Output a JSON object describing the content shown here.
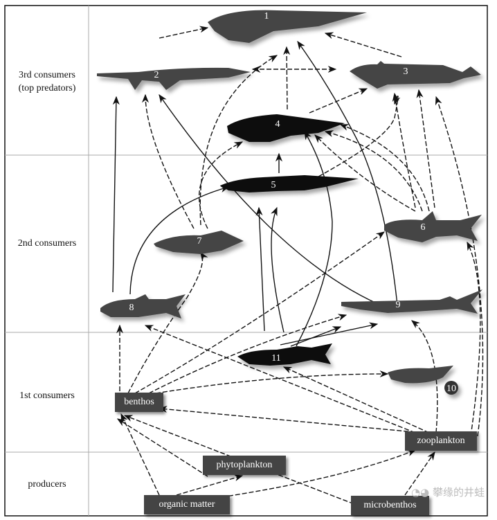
{
  "levels": [
    {
      "id": "3rd",
      "label_line1": "3rd consumers",
      "label_line2": "(top predators)"
    },
    {
      "id": "2nd",
      "label_line1": "2nd consumers"
    },
    {
      "id": "1st",
      "label_line1": "1st consumers"
    },
    {
      "id": "prod",
      "label_line1": "producers"
    }
  ],
  "organisms": [
    {
      "number": "1",
      "level": "3rd consumers"
    },
    {
      "number": "2",
      "level": "3rd consumers"
    },
    {
      "number": "3",
      "level": "3rd consumers"
    },
    {
      "number": "4",
      "level": "3rd consumers"
    },
    {
      "number": "5",
      "level": "2nd consumers"
    },
    {
      "number": "6",
      "level": "2nd consumers"
    },
    {
      "number": "7",
      "level": "2nd consumers"
    },
    {
      "number": "8",
      "level": "2nd consumers"
    },
    {
      "number": "9",
      "level": "2nd consumers"
    },
    {
      "number": "10",
      "level": "1st consumers"
    },
    {
      "number": "11",
      "level": "1st consumers"
    }
  ],
  "boxes": {
    "benthos": "benthos",
    "zooplankton": "zooplankton",
    "phytoplankton": "phytoplankton",
    "organic_matter": "organic matter",
    "microbenthos": "microbenthos"
  },
  "colors": {
    "silhouette": "#444444",
    "dark_silhouette": "#111111",
    "box": "#444444",
    "grid": "#aaaaaa"
  },
  "watermark": "攀缘的井蛙"
}
